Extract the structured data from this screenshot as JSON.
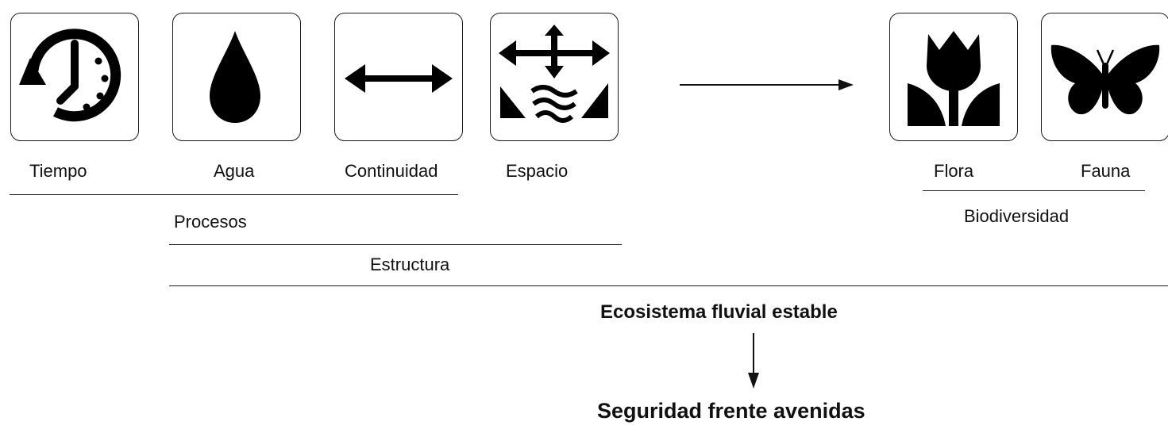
{
  "icons": {
    "tiempo": "history-clock-icon",
    "agua": "water-drop-icon",
    "continuidad": "double-arrow-icon",
    "espacio": "river-space-icon",
    "flora": "tulip-icon",
    "fauna": "butterfly-icon"
  },
  "labels": {
    "tiempo": "Tiempo",
    "agua": "Agua",
    "continuidad": "Continuidad",
    "espacio": "Espacio",
    "flora": "Flora",
    "fauna": "Fauna"
  },
  "groups": {
    "procesos": "Procesos",
    "estructura": "Estructura",
    "biodiversidad": "Biodiversidad"
  },
  "outcome": {
    "ecosistema": "Ecosistema fluvial estable",
    "seguridad": "Seguridad frente avenidas"
  },
  "colors": {
    "stroke": "#1a1a1a",
    "fill": "#000000"
  }
}
